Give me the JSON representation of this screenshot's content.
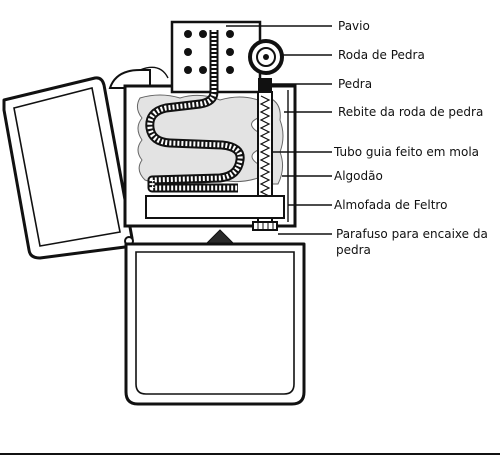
{
  "labels": {
    "pavio": "Pavio",
    "roda_de_pedra": "Roda de Pedra",
    "pedra": "Pedra",
    "rebite": "Rebite da roda de pedra",
    "tubo_guia": "Tubo guia feito em mola",
    "algodao": "Algodão",
    "almofada": "Almofada de Feltro",
    "parafuso_line1": "Parafuso para encaixe da",
    "parafuso_line2": "pedra"
  },
  "colors": {
    "ink": "#111111",
    "cotton": "#d9d9d9",
    "arrow": "#2a2a2a",
    "background": "#ffffff"
  },
  "icons": {
    "insert_direction": "up-arrow-icon",
    "hinge": "hinge-icon"
  }
}
